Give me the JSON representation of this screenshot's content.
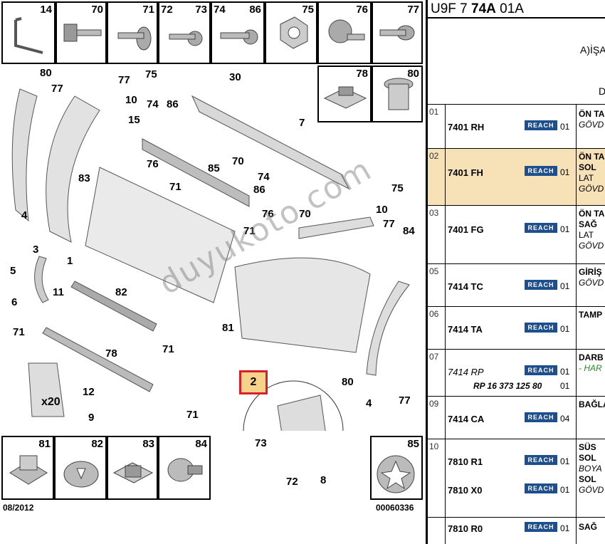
{
  "thumbnails_top": [
    "14",
    "70",
    "71",
    "72",
    "73",
    "74",
    "86",
    "75",
    "76",
    "77"
  ],
  "thumbnails_second": [
    "78",
    "80"
  ],
  "thumbnails_bottom": [
    "81",
    "82",
    "83",
    "84",
    "85"
  ],
  "callouts": [
    "80",
    "77",
    "77",
    "75",
    "30",
    "10",
    "74",
    "86",
    "15",
    "7",
    "76",
    "83",
    "85",
    "70",
    "71",
    "74",
    "86",
    "75",
    "70",
    "76",
    "10",
    "77",
    "71",
    "84",
    "4",
    "3",
    "5",
    "1",
    "6",
    "82",
    "11",
    "81",
    "71",
    "78",
    "71",
    "12",
    "9",
    "80",
    "4",
    "77",
    "73",
    "72",
    "8",
    "71"
  ],
  "highlighted_part": "2",
  "quantity_label": "x20",
  "footer_date": "08/2012",
  "footer_code": "00060336",
  "watermark": "duyukoto.com",
  "parts_list": {
    "header_prefix": "U9F 7 ",
    "header_bold": "74A",
    "header_suffix": " 01A",
    "note_a": "A)İŞA",
    "note_d": "D",
    "badge": "REACH",
    "rows": [
      {
        "idx": "01",
        "ref": "7401 RH",
        "qty": "01",
        "desc1": "ÖN TA",
        "desc2": "GÖVD",
        "highlight": false
      },
      {
        "idx": "02",
        "ref": "7401 FH",
        "qty": "01",
        "desc1": "ÖN TA",
        "desc2": "SOL",
        "desc3": "LAT",
        "desc4": "GÖVD",
        "highlight": true
      },
      {
        "idx": "03",
        "ref": "7401 FG",
        "qty": "01",
        "desc1": "ÖN TA",
        "desc2": "SAĞ",
        "desc3": "LAT",
        "desc4": "GÖVD",
        "highlight": false
      },
      {
        "idx": "05",
        "ref": "7414 TC",
        "qty": "01",
        "desc1": "GİRİŞ",
        "desc2": "GÖVD",
        "highlight": false
      },
      {
        "idx": "06",
        "ref": "7414 TA",
        "qty": "01",
        "desc1": "TAMP",
        "highlight": false
      },
      {
        "idx": "07",
        "ref": "7414 RP",
        "qty": "01",
        "qty2": "01",
        "sub": "RP 16 373 125 80",
        "desc1": "DARB",
        "desc2": "- HAR",
        "highlight": false
      },
      {
        "idx": "09",
        "ref": "7414 CA",
        "qty": "04",
        "desc1": "BAĞLA",
        "highlight": false
      },
      {
        "idx": "10",
        "ref": "7810 R1",
        "qty": "01",
        "ref2": "7810 X0",
        "qty2": "01",
        "desc1": "SÜS",
        "desc2": "SOL",
        "desc3": "BOYA",
        "desc4": "SOL",
        "desc5": "GÖVD",
        "highlight": false
      },
      {
        "idx": "",
        "ref": "7810 R0",
        "qty": "01",
        "desc1": "SAĞ",
        "highlight": false
      }
    ]
  }
}
